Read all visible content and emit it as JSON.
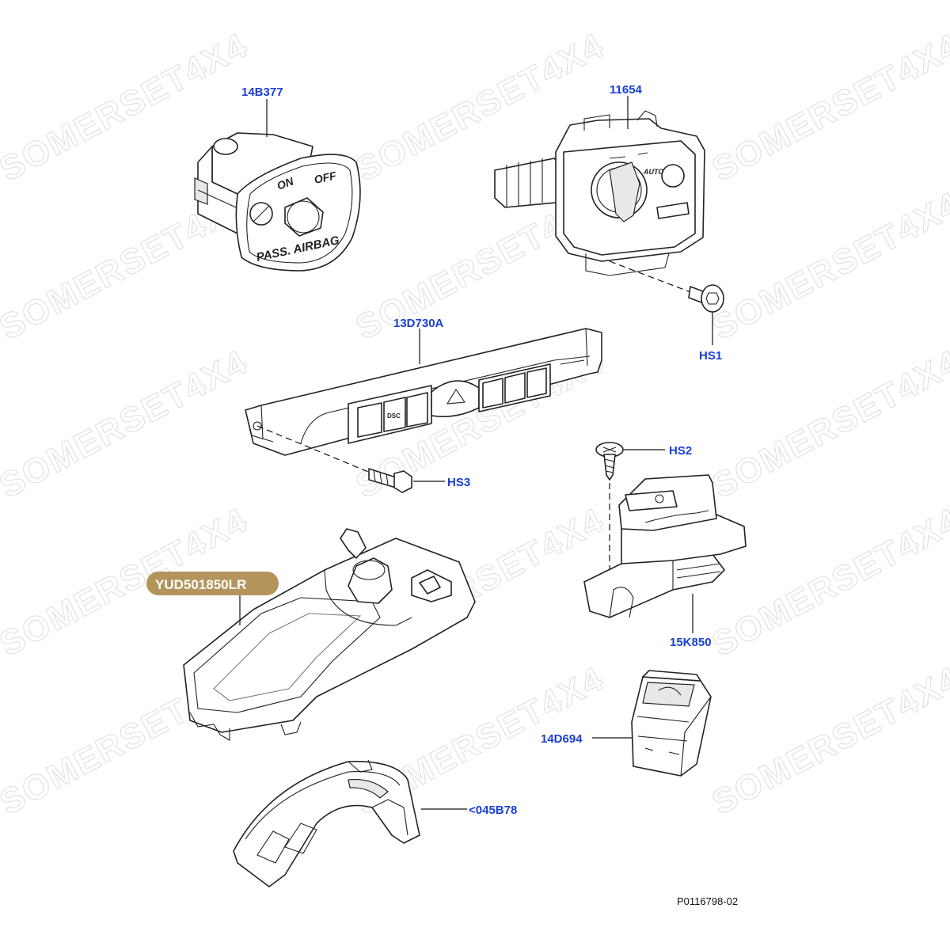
{
  "watermark": "SOMERSET4X4",
  "parts": [
    {
      "id": "p1",
      "label": "14B377",
      "icon": "passenger-airbag-switch"
    },
    {
      "id": "p2",
      "label": "11654",
      "icon": "headlamp-switch"
    },
    {
      "id": "p3",
      "label": "HS1",
      "icon": "torx-screw"
    },
    {
      "id": "p4",
      "label": "13D730A",
      "icon": "switch-panel"
    },
    {
      "id": "p5",
      "label": "HS2",
      "icon": "phillips-screw"
    },
    {
      "id": "p6",
      "label": "HS3",
      "icon": "hex-bolt"
    },
    {
      "id": "p7",
      "label": "YUD501850LR",
      "icon": "console-panel",
      "highlighted": true
    },
    {
      "id": "p8",
      "label": "15K850",
      "icon": "parking-brake-switch"
    },
    {
      "id": "p9",
      "label": "14D694",
      "icon": "seat-heater-switch"
    },
    {
      "id": "p10",
      "label": "<045B78",
      "icon": "bezel"
    }
  ],
  "airbag_switch_text": {
    "on": "ON",
    "off": "OFF",
    "caption": "PASS. AIRBAG"
  },
  "headlamp_switch_text": {
    "auto": "AUTO"
  },
  "switch_panel_text": {
    "dsc": "DSC"
  },
  "highlight_color": "#b3955c",
  "label_color": "#1a3fd6",
  "reference": "P0116798-02"
}
